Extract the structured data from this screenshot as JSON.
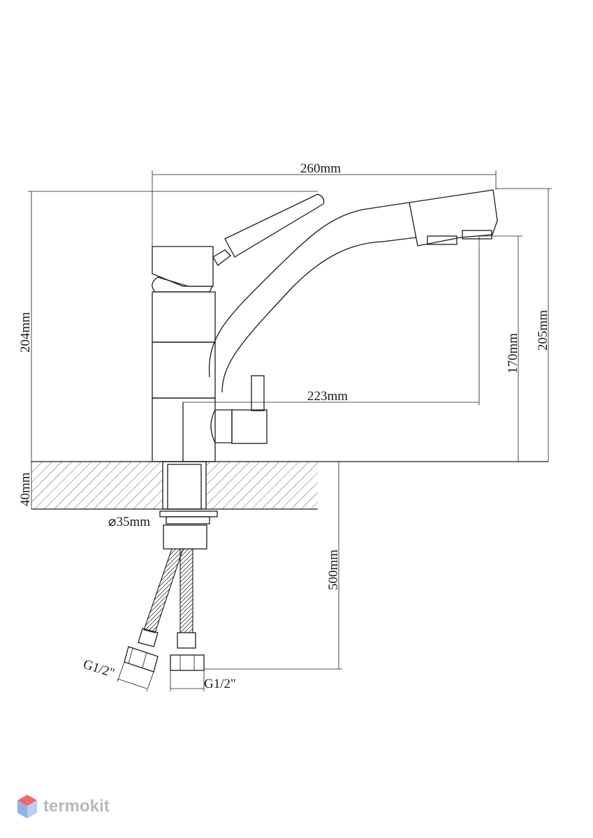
{
  "dimensions": {
    "overall_length": "260mm",
    "spout_reach": "223mm",
    "body_height": "204mm",
    "spout_height": "170mm",
    "overall_height": "205mm",
    "countertop_thickness": "40mm",
    "mounting_hole": "⌀35mm",
    "hose_length": "500mm",
    "hose_thread_left": "G1/2\"",
    "hose_thread_right": "G1/2\""
  },
  "logo": {
    "text": "termokit"
  },
  "colors": {
    "line": "#1a1a1a",
    "logo_text": "#b9b9b9",
    "logo_red": "#f06a6a",
    "logo_blue": "#8fb4ea"
  }
}
